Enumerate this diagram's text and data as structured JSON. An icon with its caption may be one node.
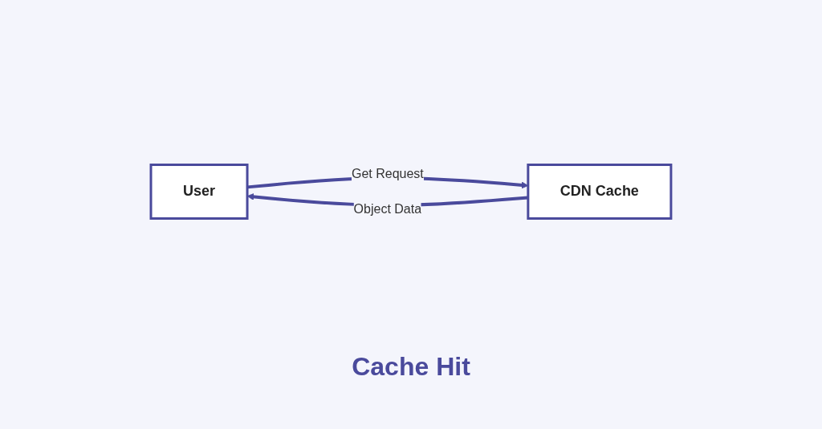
{
  "diagram": {
    "caption": "Cache Hit",
    "nodes": [
      {
        "text": [
          "User"
        ]
      },
      {
        "text": [
          "CDN Cache"
        ]
      }
    ],
    "edges": [
      {
        "from": 0,
        "to": 1,
        "arrow": "to",
        "label": "Get Request"
      },
      {
        "from": 1,
        "to": 0,
        "arrow": "to",
        "label": "Object Data"
      }
    ]
  }
}
